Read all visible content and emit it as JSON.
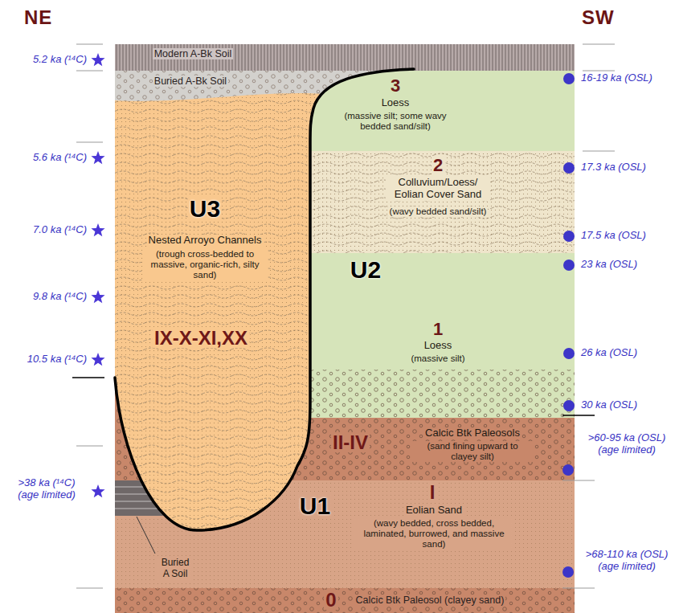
{
  "diagram": {
    "nodes": [
      {
        "text": [
          "Modern A-Bk Soil"
        ]
      },
      {
        "text": [
          "Buried A-Bk Soil"
        ]
      },
      {
        "text": [
          "U3",
          "Nested Arroyo Channels",
          "(trough cross-bedded to massive, organic-rich, silty sand)",
          "IX-X-XI,XX"
        ]
      },
      {
        "text": [
          "U2"
        ]
      },
      {
        "text": [
          "3",
          "Loess",
          "(massive silt; some wavy bedded sand/silt)"
        ],
        "in": 3
      },
      {
        "text": [
          "2",
          "Colluvium/Loess/ Eolian Cover Sand",
          "(wavy bedded sand/silt)"
        ],
        "in": 3
      },
      {
        "text": [
          "1",
          "Loess",
          "(massive silt)"
        ],
        "in": 3
      },
      {
        "text": [
          "U1"
        ]
      },
      {
        "text": [
          "II-IV",
          "Calcic Btk Paleosols",
          "(sand fining upward to clayey silt)"
        ],
        "in": 7
      },
      {
        "text": [
          "I",
          "Eolian Sand",
          "(wavy bedded, cross bedded, laminated, burrowed, and massive sand)"
        ],
        "in": 7
      },
      {
        "text": [
          "0",
          "Calcic Btk Paleosol (clayey sand)"
        ],
        "in": 7
      }
    ],
    "labels": [
      "NE",
      "SW",
      "5.2 ka (¹⁴C)",
      "5.6 ka (¹⁴C)",
      "7.0 ka (¹⁴C)",
      "9.8 ka (¹⁴C)",
      "10.5 ka (¹⁴C)",
      ">38 ka (¹⁴C) (age limited)",
      "16-19 ka (OSL)",
      "17.3 ka (OSL)",
      "17.5 ka (OSL)",
      "23 ka (OSL)",
      "26 ka (OSL)",
      "30 ka (OSL)",
      ">60-95 ka (OSL) (age limited)",
      ">68-110 ka (OSL) (age limited)",
      "Buried A Soil"
    ]
  }
}
